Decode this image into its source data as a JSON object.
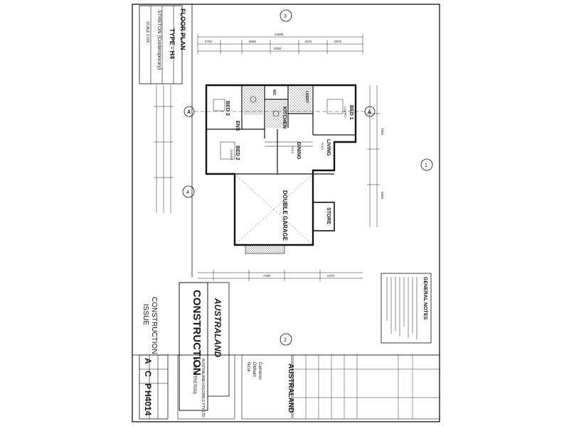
{
  "title_block": {
    "plan_title": "FLOOR PLAN",
    "type": "TYPE - H4",
    "design": "STRETON (Contemporary)",
    "scale": "SCALE 1:100"
  },
  "stamps": {
    "construction": "CONSTRUCTION",
    "construction_issue_1": "CONSTRUCTION",
    "construction_issue_2": "ISSUE",
    "brand": "AUSTRALAND",
    "brand_small": "AUSTRALAND"
  },
  "rooms": {
    "bed1": "BED 1",
    "bed2": "BED 2",
    "bed3": "BED 3",
    "living": "LIVING",
    "dining": "DINING",
    "ens": "ENS",
    "kitchen": "KITCHEN",
    "double_garage": "DOUBLE GARAGE",
    "store": "STORE",
    "lndry": "LNDRY",
    "wc": "WC",
    "carpet": "CARPET",
    "tiles": "TILES"
  },
  "dimensions": {
    "overall_top": "14690",
    "top_a": "2790",
    "top_b": "5990",
    "top_c": "1670",
    "top_d": "2870",
    "top_e": "3750",
    "bottom_a": "7490",
    "bottom_b": "2470",
    "right_a": "7830",
    "right_b": "5990"
  },
  "sections": {
    "a_left": "A",
    "a_right": "A",
    "ref_a": "3",
    "ref_b": "2",
    "ref_c": "4",
    "ref_d": "1"
  },
  "notes": {
    "heading": "GENERAL NOTES"
  },
  "bottom_block": {
    "drawing_no": "H4014",
    "code_a": "A",
    "code_c": "C",
    "code_p": "P",
    "project": "PLAN (STRETON)",
    "client": "AUSTRALAND HOLDINGS PTY LTD",
    "firm_1": "Oldham",
    "firm_2": "Nicol",
    "firm_3": "Cameron"
  },
  "colors": {
    "ink": "#1a1a1a",
    "paper": "#ffffff",
    "hatch": "#555555"
  }
}
